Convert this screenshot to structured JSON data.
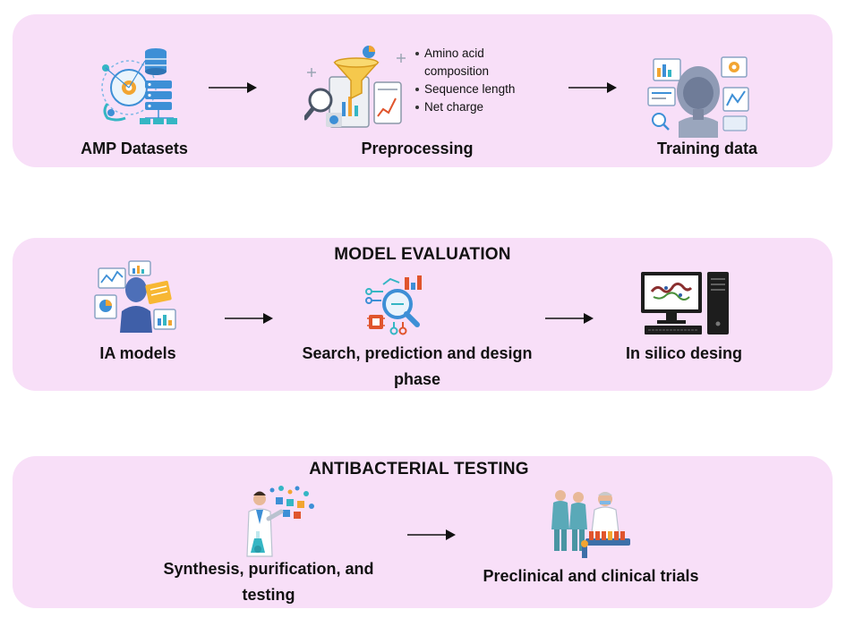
{
  "panels": [
    {
      "title": "",
      "stages": [
        {
          "label": "AMP Datasets",
          "icon": "database-network-icon"
        },
        {
          "label": "Preprocessing",
          "icon": "data-funnel-icon"
        },
        {
          "label": "Training data",
          "icon": "ai-robot-icon"
        }
      ],
      "features": [
        "Amino acid composition",
        "Sequence length",
        "Net charge"
      ]
    },
    {
      "title": "MODEL EVALUATION",
      "stages": [
        {
          "label": "IA models",
          "icon": "ai-dashboard-icon"
        },
        {
          "label": "Search, prediction and design phase",
          "icon": "magnifier-analysis-icon"
        },
        {
          "label": "In silico desing",
          "icon": "computer-workstation-icon"
        }
      ]
    },
    {
      "title": "ANTIBACTERIAL TESTING",
      "stages": [
        {
          "label": "Synthesis, purification, and testing",
          "icon": "scientist-icon"
        },
        {
          "label": "Preclinical and clinical trials",
          "icon": "lab-team-icon"
        }
      ]
    }
  ],
  "colors": {
    "panel_fill": "#f8dff8",
    "accent_blue": "#3d8fd6",
    "accent_teal": "#35b6c4",
    "accent_orange": "#f2a531",
    "arrow": "#111111"
  }
}
